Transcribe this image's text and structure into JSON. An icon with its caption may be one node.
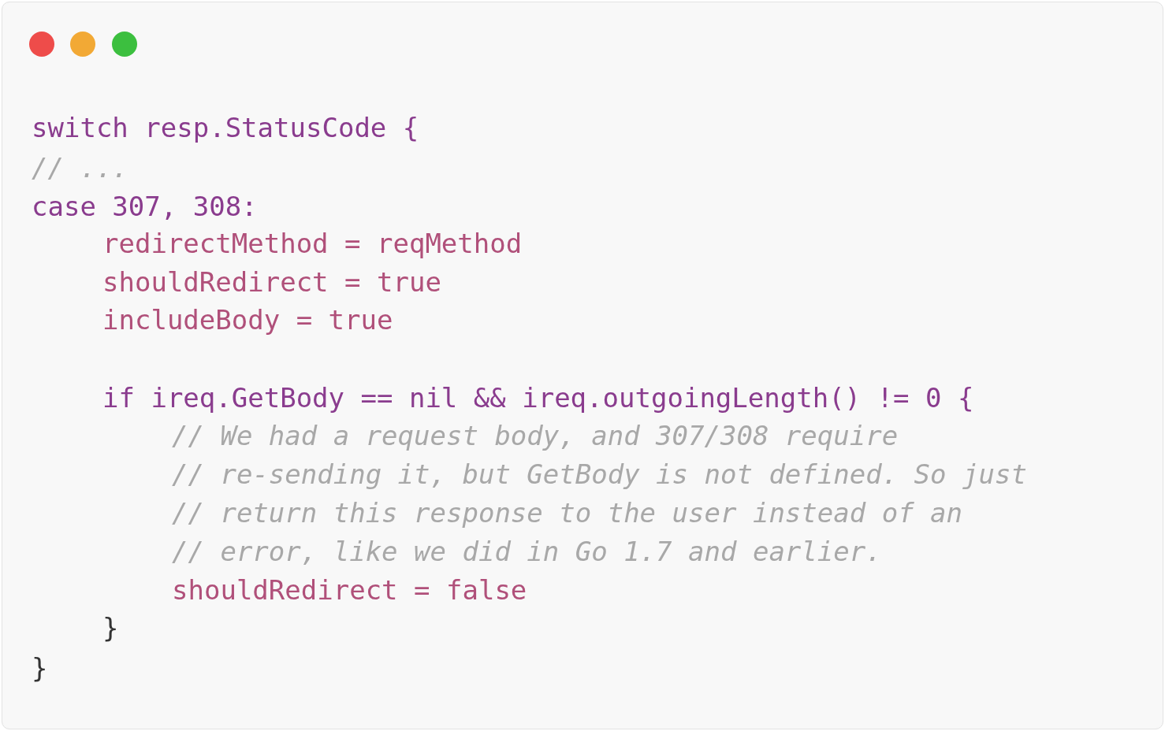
{
  "diagram": {
    "labels": [
      "switch resp.StatusCode {",
      "// ...",
      "case 307, 308:",
      "redirectMethod = reqMethod",
      "shouldRedirect = true",
      "includeBody = true",
      "if ireq.GetBody == nil && ireq.outgoingLength() != 0 {",
      "// We had a request body, and 307/308 require",
      "// re-sending it, but GetBody is not defined. So just",
      "// return this response to the user instead of an",
      "// error, like we did in Go 1.7 and earlier.",
      "shouldRedirect = false",
      "}",
      "}"
    ]
  }
}
